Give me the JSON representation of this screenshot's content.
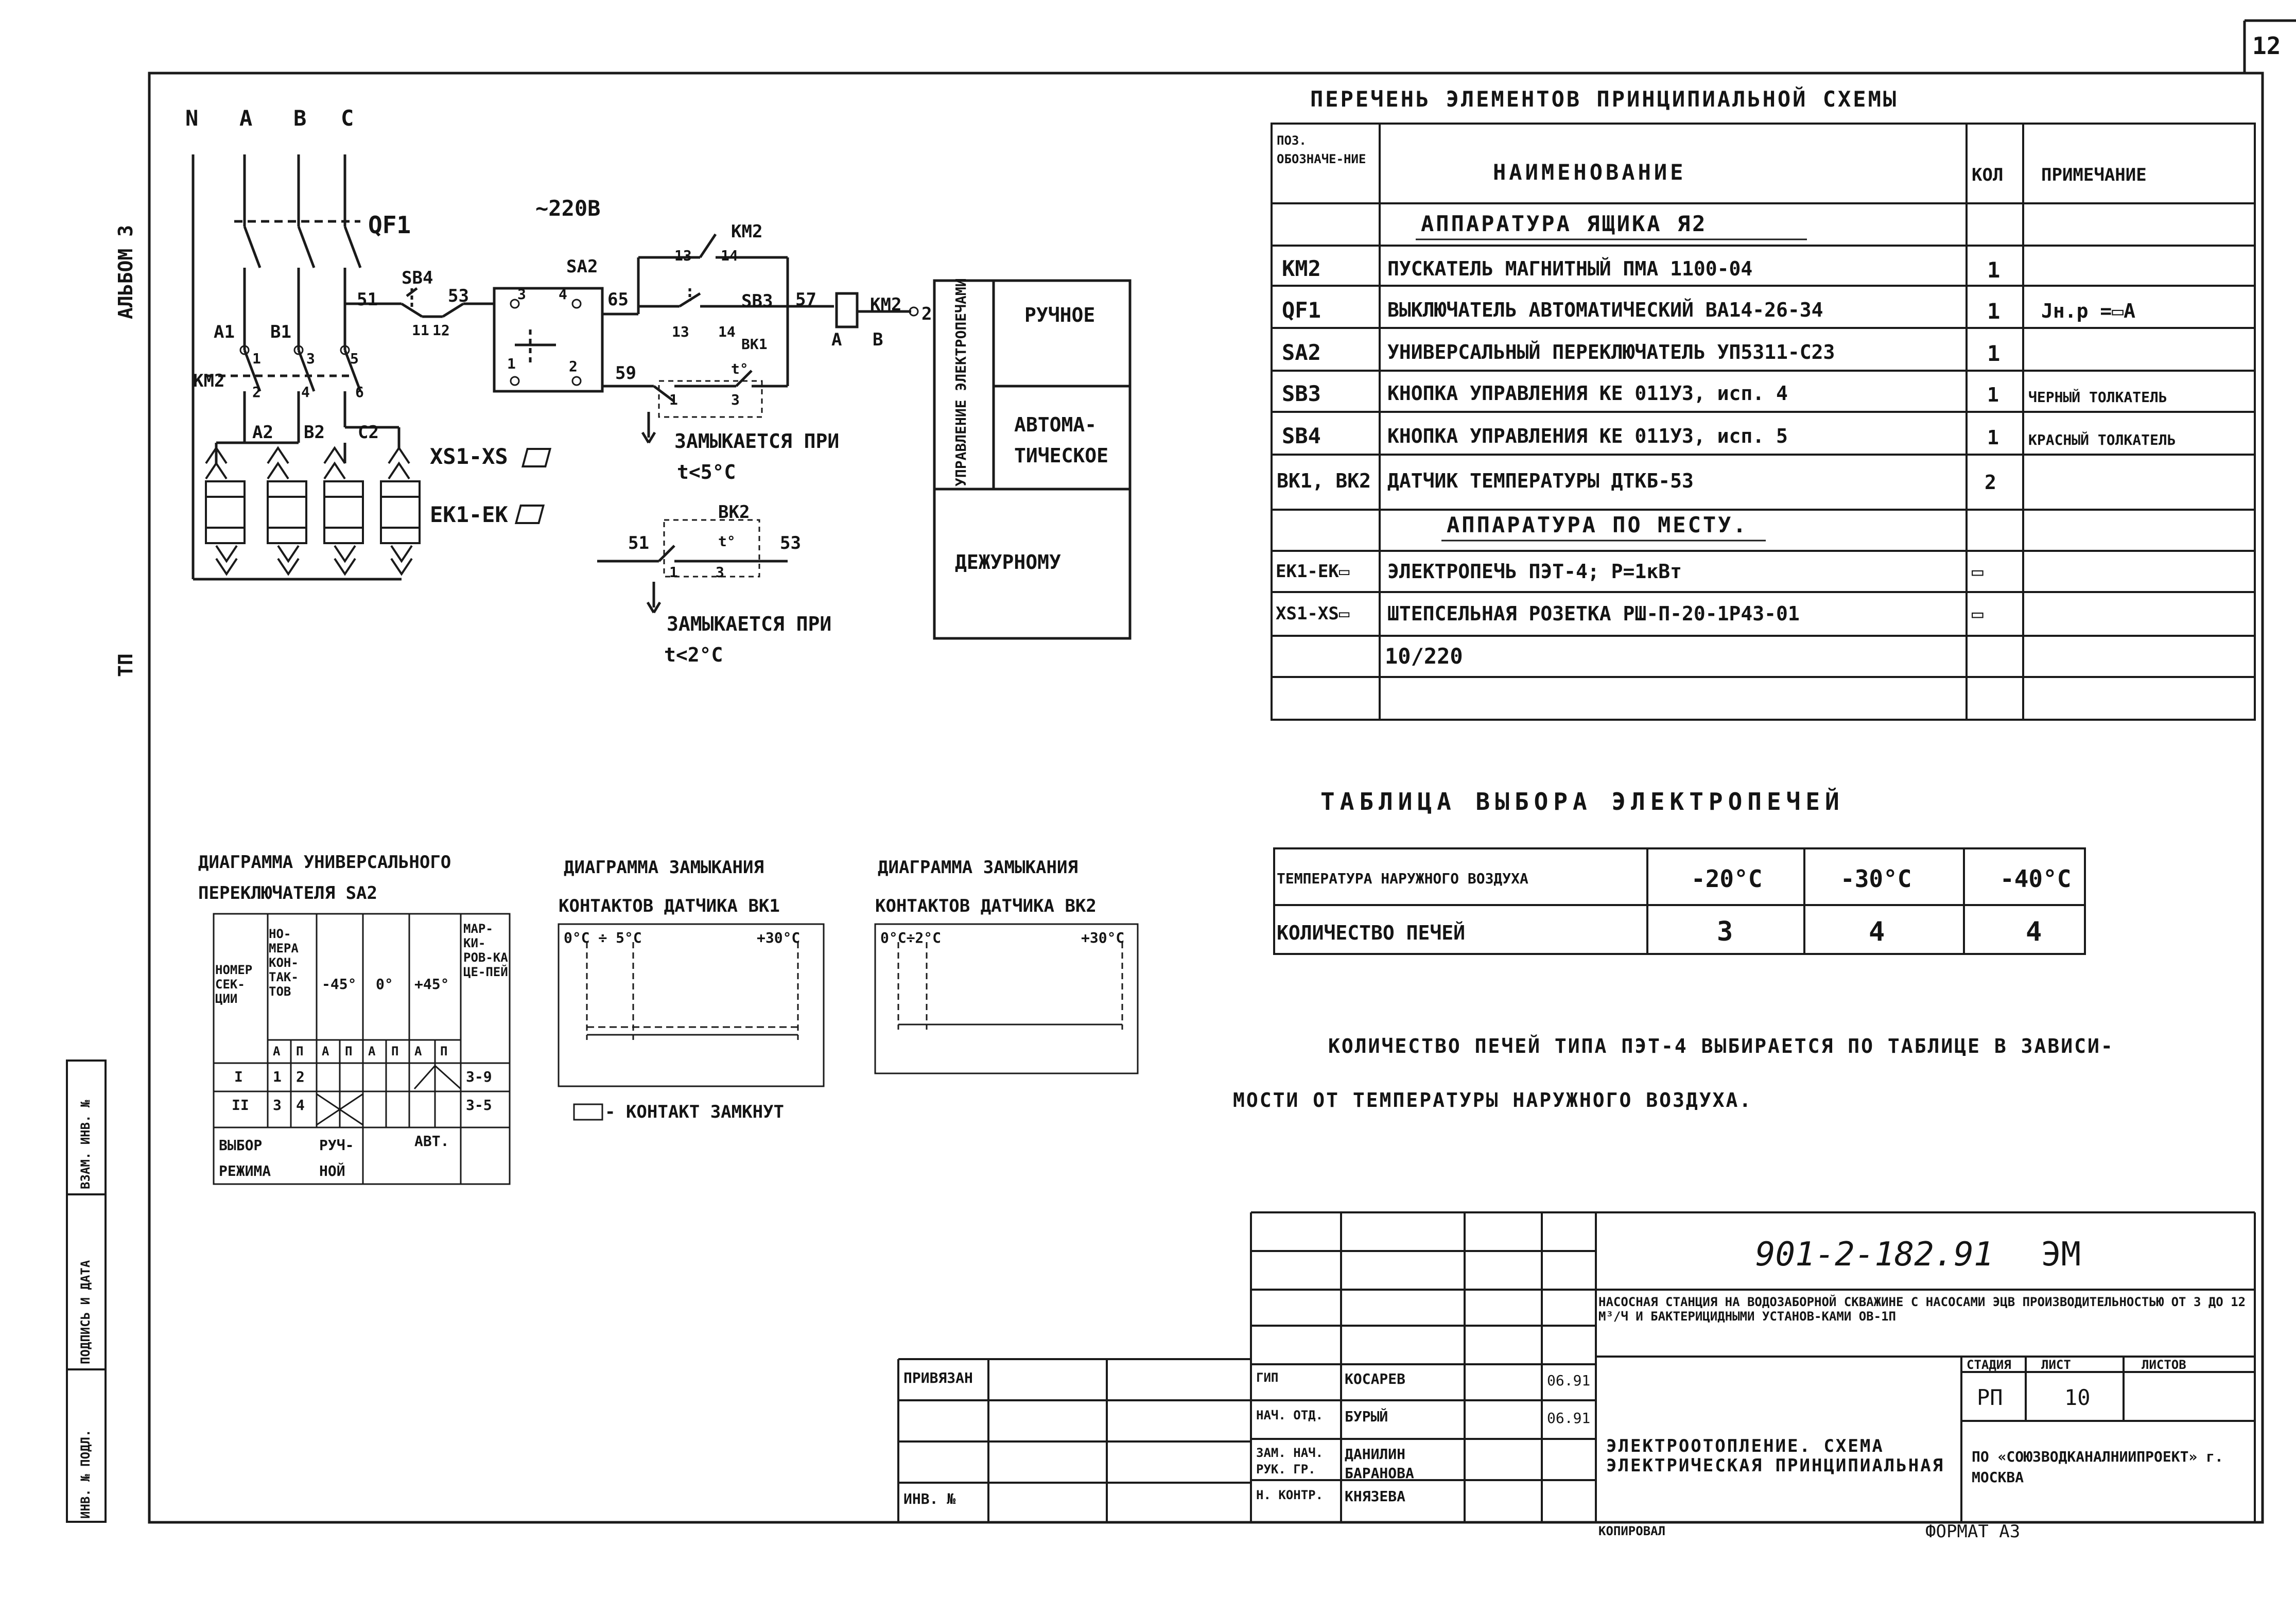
{
  "page_number": "12",
  "margin": {
    "album": "АЛЬБОМ 3",
    "tp": "ТП",
    "vzam": "ВЗАМ. ИНВ. №",
    "podpis": "ПОДПИСЬ И ДАТА",
    "inv_podl": "ИНВ. № ПОДЛ."
  },
  "scheme": {
    "phases": [
      "N",
      "A",
      "B",
      "C"
    ],
    "qf1": "QF1",
    "supply": "~220В",
    "sb4": "SB4",
    "sa2": "SA2",
    "km2": "KM2",
    "sb3": "SB3",
    "bk1": "ВК1",
    "bk2": "ВК2",
    "nodes": {
      "n51": "51",
      "n53": "53",
      "n65": "65",
      "n57": "57",
      "n59": "59",
      "n11": "11",
      "n12": "12",
      "n13": "13",
      "n14": "14",
      "n13b": "13",
      "n14b": "14",
      "n3": "3",
      "n4": "4",
      "n1": "1",
      "n2": "2",
      "n1t": "1",
      "n3t": "3",
      "n_a": "А",
      "n_b": "В",
      "n_2": "2",
      "bk2_51": "51",
      "bk2_53": "53",
      "bk2_1": "1",
      "bk2_3": "3",
      "t": "t°",
      "t2": "t°"
    },
    "contacts": {
      "a1": "A1",
      "b1": "B1",
      "c1": "1",
      "c3": "3",
      "c5": "5",
      "c2": "2",
      "c4": "4",
      "c6": "6",
      "a2": "A2",
      "b2": "B2",
      "c2n": "C2",
      "km2_side": "KM2"
    },
    "xs": "XS1-XS",
    "ek": "EK1-EK",
    "closes1": "ЗАМЫКАЕТСЯ ПРИ",
    "closes1_t": "t<5°C",
    "closes2": "ЗАМЫКАЕТСЯ ПРИ",
    "closes2_t": "t<2°C"
  },
  "control": {
    "vertical_label": "УПРАВЛЕНИЕ ЭЛЕКТРОПЕЧАМИ",
    "manual": "РУЧНОЕ",
    "auto": "АВТОМА-ТИЧЕСКОЕ",
    "duty": "ДЕЖУРНОМУ"
  },
  "elements_list": {
    "title": "ПЕРЕЧЕНЬ ЭЛЕМЕНТОВ ПРИНЦИПИАЛЬНОЙ СХЕМЫ",
    "headers": {
      "pos": "ПОЗ. ОБОЗНАЧЕ-НИЕ",
      "name": "НАИМЕНОВАНИЕ",
      "qty": "КОЛ",
      "note": "ПРИМЕЧАНИЕ"
    },
    "section1": "АППАРАТУРА ЯЩИКА Я2",
    "section2": "АППАРАТУРА ПО МЕСТУ.",
    "rows": [
      {
        "pos": "КМ2",
        "name": "ПУСКАТЕЛЬ МАГНИТНЫЙ ПМА 1100-04",
        "qty": "1",
        "note": ""
      },
      {
        "pos": "QF1",
        "name": "ВЫКЛЮЧАТЕЛЬ АВТОМАТИЧЕСКИЙ ВА14-26-34",
        "qty": "1",
        "note": "Jн.р =▭А"
      },
      {
        "pos": "SA2",
        "name": "УНИВЕРСАЛЬНЫЙ ПЕРЕКЛЮЧАТЕЛЬ УП5311-С23",
        "qty": "1",
        "note": ""
      },
      {
        "pos": "SB3",
        "name": "КНОПКА УПРАВЛЕНИЯ КЕ 011У3, исп. 4",
        "qty": "1",
        "note": "ЧЕРНЫЙ ТОЛКАТЕЛЬ"
      },
      {
        "pos": "SB4",
        "name": "КНОПКА УПРАВЛЕНИЯ КЕ 011У3, исп. 5",
        "qty": "1",
        "note": "КРАСНЫЙ ТОЛКАТЕЛЬ"
      },
      {
        "pos": "ВК1, ВК2",
        "name": "ДАТЧИК ТЕМПЕРАТУРЫ ДТКБ-53",
        "qty": "2",
        "note": ""
      }
    ],
    "rows2": [
      {
        "pos": "ЕК1-ЕК▭",
        "name": "ЭЛЕКТРОПЕЧЬ ПЭТ-4; P=1кВт",
        "qty": "▭",
        "note": ""
      },
      {
        "pos": "XS1-XS▭",
        "name": "ШТЕПСЕЛЬНАЯ РОЗЕТКА РШ-П-20-1Р43-01",
        "qty": "▭",
        "note": ""
      }
    ],
    "extra": "10/220"
  },
  "furnace_table": {
    "title": "ТАБЛИЦА ВЫБОРА ЭЛЕКТРОПЕЧЕЙ",
    "row1_label": "ТЕМПЕРАТУРА НАРУЖНОГО ВОЗДУХА",
    "temps": [
      "-20°C",
      "-30°C",
      "-40°C"
    ],
    "row2_label": "КОЛИЧЕСТВО ПЕЧЕЙ",
    "counts": [
      "3",
      "4",
      "4"
    ]
  },
  "note": {
    "line1": "КОЛИЧЕСТВО ПЕЧЕЙ ТИПА ПЭТ-4 ВЫБИРАЕТСЯ ПО ТАБЛИЦЕ В ЗАВИСИ-",
    "line2": "МОСТИ ОТ ТЕМПЕРАТУРЫ НАРУЖНОГО ВОЗДУХА."
  },
  "switch_diagram": {
    "title1": "ДИАГРАММА УНИВЕРСАЛЬНОГО",
    "title2": "ПЕРЕКЛЮЧАТЕЛЯ SA2",
    "h_section": "НОМЕР СЕК-ЦИИ",
    "h_contacts": "НО-МЕРА КОН-ТАК-ТОВ",
    "h_m45": "-45°",
    "h_0": "0°",
    "h_p45": "+45°",
    "h_mark": "МАР-КИ-РОВ-КА ЦЕ-ПЕЙ",
    "sub": [
      "А",
      "П",
      "А",
      "П",
      "А",
      "П",
      "А",
      "П"
    ],
    "r1": {
      "sec": "I",
      "k1": "1",
      "k2": "2",
      "mark": "3-9"
    },
    "r2": {
      "sec": "II",
      "k1": "3",
      "k2": "4",
      "mark": "3-5"
    },
    "mode_label": "ВЫБОР РЕЖИМА",
    "manual": "РУЧ-НОЙ",
    "auto": "АВТ."
  },
  "bk1_diagram": {
    "title1": "ДИАГРАММА ЗАМЫКАНИЯ",
    "title2": "КОНТАКТОВ ДАТЧИКА ВК1",
    "left": "0°C ÷ 5°C",
    "right": "+30°C"
  },
  "bk2_diagram": {
    "title1": "ДИАГРАММА ЗАМЫКАНИЯ",
    "title2": "КОНТАКТОВ ДАТЧИКА ВК2",
    "left": "0°C÷2°C",
    "right": "+30°C"
  },
  "legend": "- КОНТАКТ ЗАМКНУТ",
  "title_block": {
    "code": "901-2-182.91",
    "mark": "ЭМ",
    "desc": "НАСОСНАЯ СТАНЦИЯ НА ВОДОЗАБОРНОЙ СКВАЖИНЕ С НАСОСАМИ ЭЦВ ПРОИЗВОДИТЕЛЬНОСТЬЮ ОТ 3 ДО 12 М³/Ч И БАКТЕРИЦИДНЫМИ УСТАНОВ-КАМИ ОВ-1П",
    "stage_h": "СТАДИЯ",
    "sheet_h": "ЛИСТ",
    "sheets_h": "ЛИСТОВ",
    "stage": "РП",
    "sheet": "10",
    "sheet_title": "ЭЛЕКТРООТОПЛЕНИЕ. СХЕМА ЭЛЕКТРИЧЕСКАЯ ПРИНЦИПИАЛЬНАЯ",
    "org": "ПО «СОЮЗВОДКАНАЛНИИПРОЕКТ» г. МОСКВА",
    "roles": [
      "ГИП",
      "НАЧ. ОТД.",
      "ЗАМ. НАЧ.",
      "РУК. ГР.",
      "Н. КОНТР."
    ],
    "names": [
      "КОСАРЕВ",
      "БУРЫЙ",
      "ДАНИЛИН",
      "БАРАНОВА",
      "КНЯЗЕВА"
    ],
    "dates": [
      "06.91",
      "06.91"
    ],
    "privyazan": "ПРИВЯЗАН",
    "inv": "ИНВ. №",
    "copied": "КОПИРОВАЛ",
    "format": "ФОРМАТ А3"
  }
}
